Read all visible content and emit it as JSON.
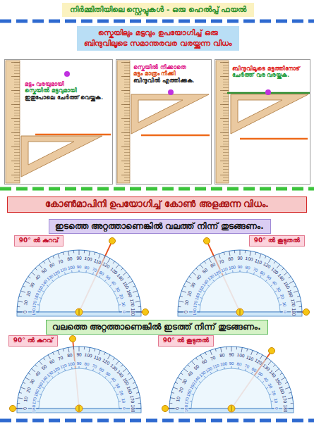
{
  "diagram": {
    "title": "നിർമ്മിതിയിലെ സ്റ്റെപ്പുകൾ - ഒരു ഹെൽപ്പ് ഫയൽ",
    "nodes": [
      {
        "text": [
          "സ്കെയിലും മട്ടവും ഉപയോഗിച്ച് ഒരു ബിന്ദുവിലൂടെ സമാന്തരവര വരയ്ക്കുന്ന വിധം"
        ]
      },
      {
        "text": [
          "മട്ടം വരയുമായി",
          "സ്കെയിൽ മട്ടവുമായി",
          "ഇതുപോലെ ചേർത്ത് വെയ്ക്കുക."
        ]
      },
      {
        "text": [
          "സ്കെയിൽ നീക്കാതെ",
          "മട്ടം മാത്രം നീക്കി",
          "ബിന്ദുവിൽ എത്തിക്കുക."
        ]
      },
      {
        "text": [
          "ബിന്ദുവിലൂടെ മട്ടത്തിനോട്",
          "ചേർത്ത് വര വരയ്ക്കുക."
        ]
      },
      {
        "text": [
          "കോൺമാപിനി ഉപയോഗിച്ച് കോൺ അളക്കുന്ന വിധം."
        ]
      },
      {
        "text": [
          "ഇടത്തെ അറ്റത്താണെങ്കിൽ വലത്ത് നിന്ന് തുടങ്ങണം."
        ]
      },
      {
        "text": [
          "90° ൽ കുറവ്"
        ]
      },
      {
        "text": [
          "90° ൽ കൂടുതൽ"
        ]
      },
      {
        "text": [
          "0",
          "10",
          "20",
          "30",
          "40",
          "50",
          "60",
          "70",
          "80",
          "90",
          "100",
          "110",
          "120",
          "130",
          "140",
          "150",
          "160",
          "170",
          "180",
          "180",
          "170",
          "160",
          "150",
          "140",
          "130",
          "120",
          "110",
          "100",
          "90",
          "80",
          "70",
          "60",
          "50",
          "40",
          "30",
          "20",
          "10",
          "0"
        ]
      },
      {
        "text": [
          "0",
          "10",
          "20",
          "30",
          "40",
          "50",
          "60",
          "70",
          "80",
          "90",
          "100",
          "110",
          "120",
          "130",
          "140",
          "150",
          "160",
          "170",
          "180",
          "180",
          "170",
          "160",
          "150",
          "140",
          "130",
          "120",
          "110",
          "100",
          "90",
          "80",
          "70",
          "60",
          "50",
          "40",
          "30",
          "20",
          "10",
          "0"
        ]
      },
      {
        "text": [
          "വലത്തെ അറ്റത്താണെങ്കിൽ ഇടത്ത് നിന്ന് തുടങ്ങണം."
        ]
      },
      {
        "text": [
          "90° ൽ കുറവ്"
        ]
      },
      {
        "text": [
          "90° ൽ കൂടുതൽ"
        ]
      },
      {
        "text": [
          "0",
          "10",
          "20",
          "30",
          "40",
          "50",
          "60",
          "70",
          "80",
          "90",
          "100",
          "110",
          "120",
          "130",
          "140",
          "150",
          "160",
          "170",
          "180",
          "180",
          "170",
          "160",
          "150",
          "140",
          "130",
          "120",
          "110",
          "100",
          "90",
          "80",
          "70",
          "60",
          "50",
          "40",
          "30",
          "20",
          "10",
          "0"
        ]
      },
      {
        "text": [
          "0",
          "10",
          "20",
          "30",
          "40",
          "50",
          "60",
          "70",
          "80",
          "90",
          "100",
          "110",
          "120",
          "130",
          "140",
          "150",
          "160",
          "170",
          "180",
          "180",
          "170",
          "160",
          "150",
          "140",
          "130",
          "120",
          "110",
          "100",
          "90",
          "80",
          "70",
          "60",
          "50",
          "40",
          "30",
          "20",
          "10",
          "0"
        ]
      }
    ]
  }
}
